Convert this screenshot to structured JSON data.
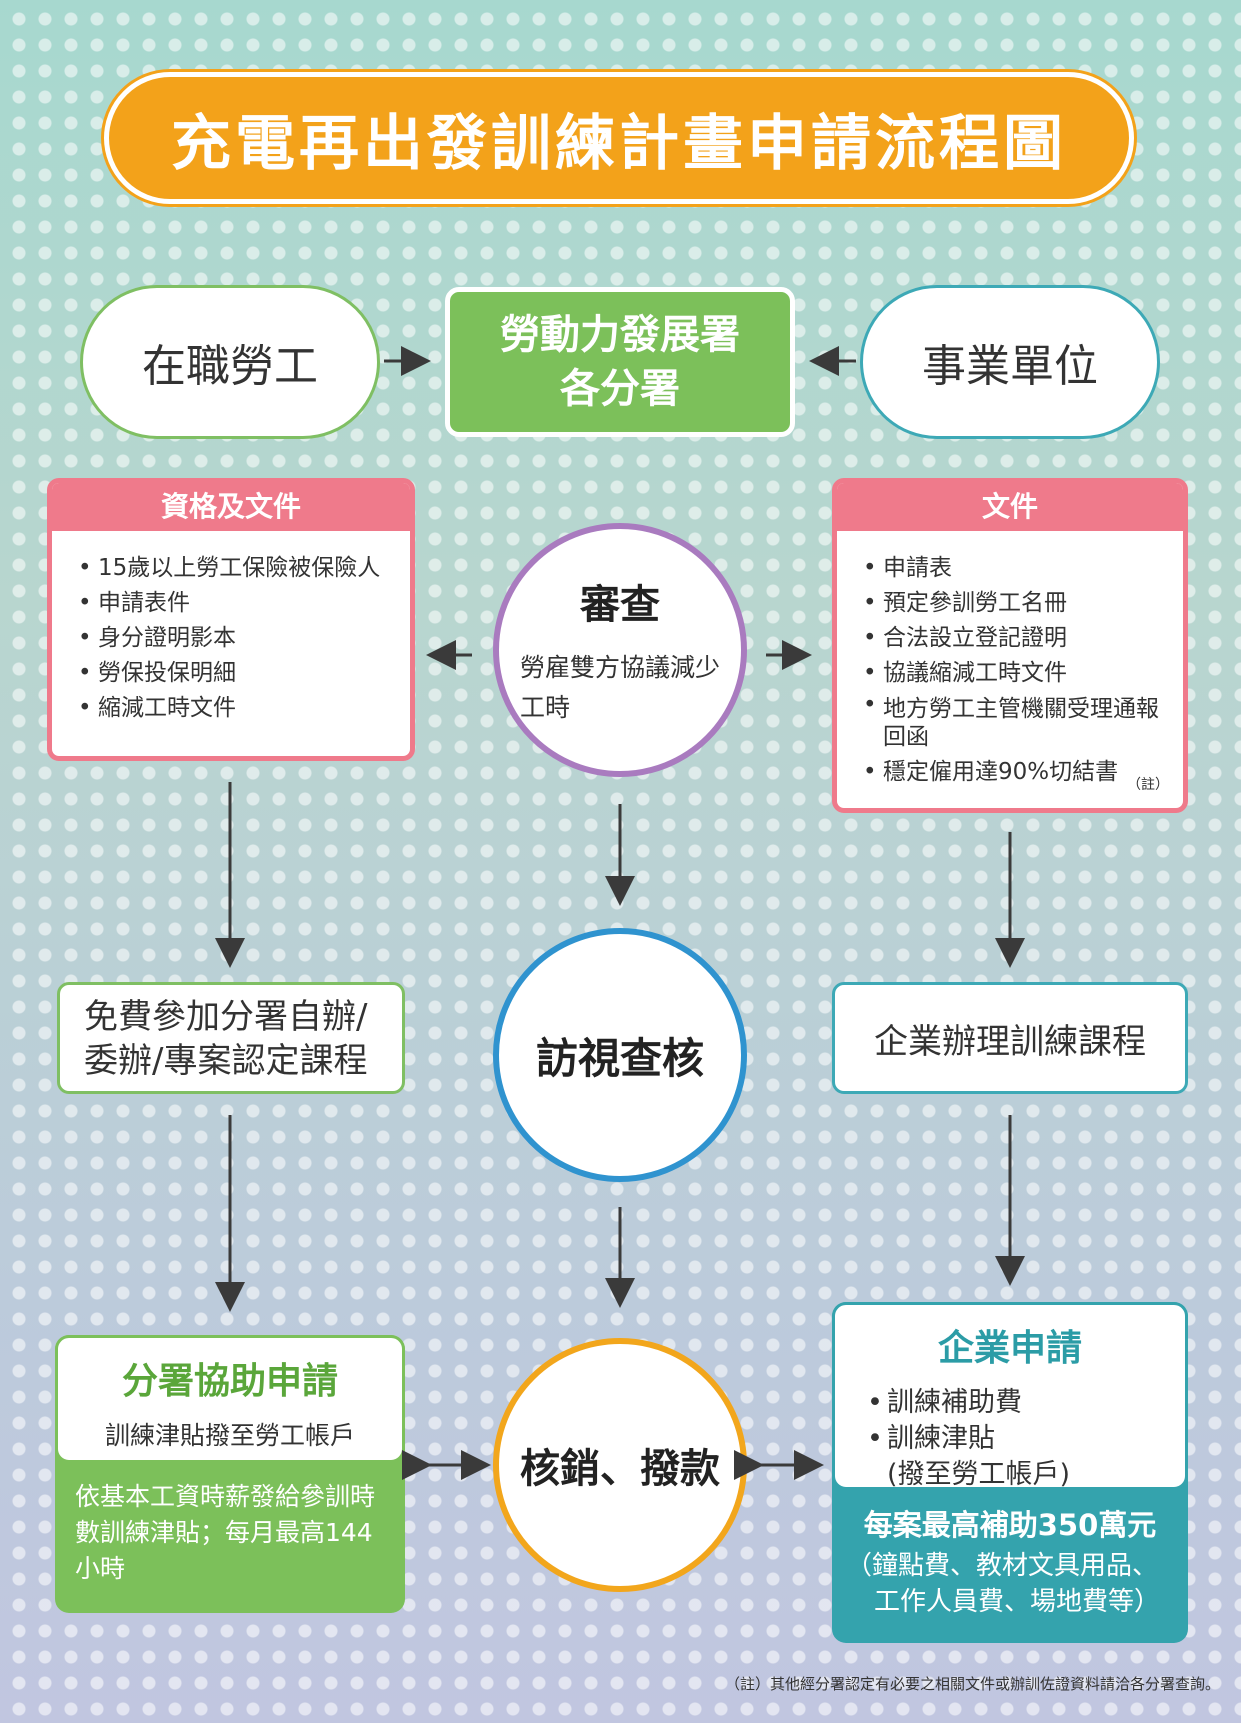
{
  "title": "充電再出發訓練計畫申請流程圖",
  "top_row": {
    "worker": "在職勞工",
    "agency_line1": "勞動力發展署",
    "agency_line2": "各分署",
    "employer": "事業單位"
  },
  "qualification_box": {
    "heading": "資格及文件",
    "items": [
      "15歲以上勞工保險被保險人",
      "申請表件",
      "身分證明影本",
      "勞保投保明細",
      "縮減工時文件"
    ]
  },
  "documents_box": {
    "heading": "文件",
    "items": [
      "申請表",
      "預定參訓勞工名冊",
      "合法設立登記證明",
      "協議縮減工時文件",
      "地方勞工主管機關受理通報回函",
      "穩定僱用達90%切結書"
    ],
    "note": "（註）"
  },
  "review": {
    "title": "審查",
    "text": "勞雇雙方協議減少工時"
  },
  "visit": "訪視查核",
  "payment": "核銷、撥款",
  "free_course": {
    "line1": "免費參加分署自辦/",
    "line2": "委辦/專案認定課程"
  },
  "company_course": "企業辦理訓練課程",
  "branch_apply": {
    "title": "分署協助申請",
    "subtitle": "訓練津貼撥至勞工帳戶",
    "detail": "依基本工資時薪發給參訓時數訓練津貼；每月最高144小時"
  },
  "company_apply": {
    "title": "企業申請",
    "items": [
      "訓練補助費",
      "訓練津貼",
      "(撥至勞工帳戶)"
    ],
    "cap": "每案最高補助350萬元",
    "detail_line1": "（鐘點費、教材文具用品、",
    "detail_line2": "工作人員費、場地費等）"
  },
  "footnote": "（註）其他經分署認定有必要之相關文件或辦訓佐證資料請洽各分署查詢。",
  "colors": {
    "title_orange": "#f3a21a",
    "agency_green": "#7cc05a",
    "pink": "#ef7a8b",
    "teal": "#34a3ad",
    "review_purple": "#a97bbf",
    "visit_blue": "#2f93cf",
    "arrow": "#3a3a3a"
  }
}
